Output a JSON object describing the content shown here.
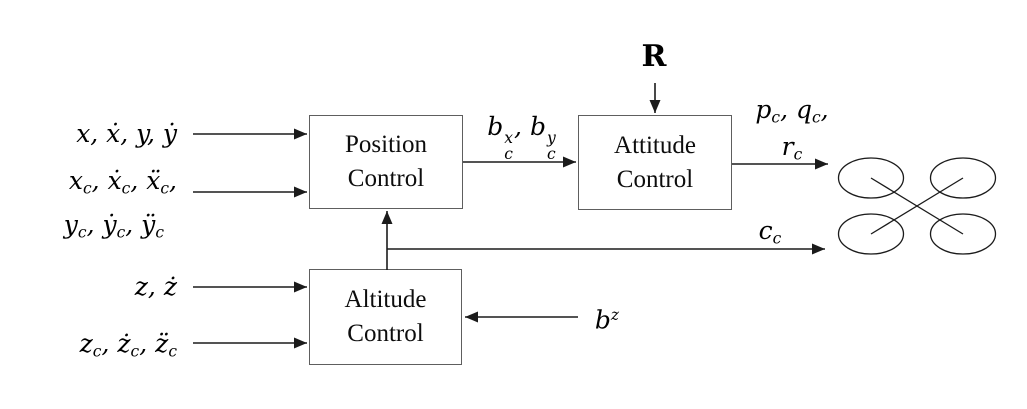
{
  "diagram": {
    "title": "quadrotor-cascaded-control-block-diagram",
    "background_color": "#ffffff",
    "line_color": "#1b1b1b",
    "box_border_color": "#5e5e5e",
    "text_color": "#000000",
    "inputs": {
      "position_state": "x, ẋ, y, ẏ",
      "position_command_line1": "x_c, ẋ_c, ẍ_c,",
      "position_command_line2": "y_c, ẏ_c, ÿ_c",
      "altitude_state": "z, ż",
      "altitude_command": "z_c, ż_c, z̈_c"
    },
    "blocks": {
      "position": {
        "line1": "Position",
        "line2": "Control"
      },
      "attitude": {
        "line1": "Attitude",
        "line2": "Control"
      },
      "altitude": {
        "line1": "Altitude",
        "line2": "Control"
      }
    },
    "signals": {
      "rotation_matrix": "R",
      "b_xy_command": "b_c^x, b_c^y",
      "body_rates_line1": "p_c, q_c,",
      "body_rates_line2": "r_c",
      "collective_thrust": "c_c",
      "b_z_input": "b^z"
    },
    "icons": {
      "plant": "quadrotor-icon"
    }
  }
}
